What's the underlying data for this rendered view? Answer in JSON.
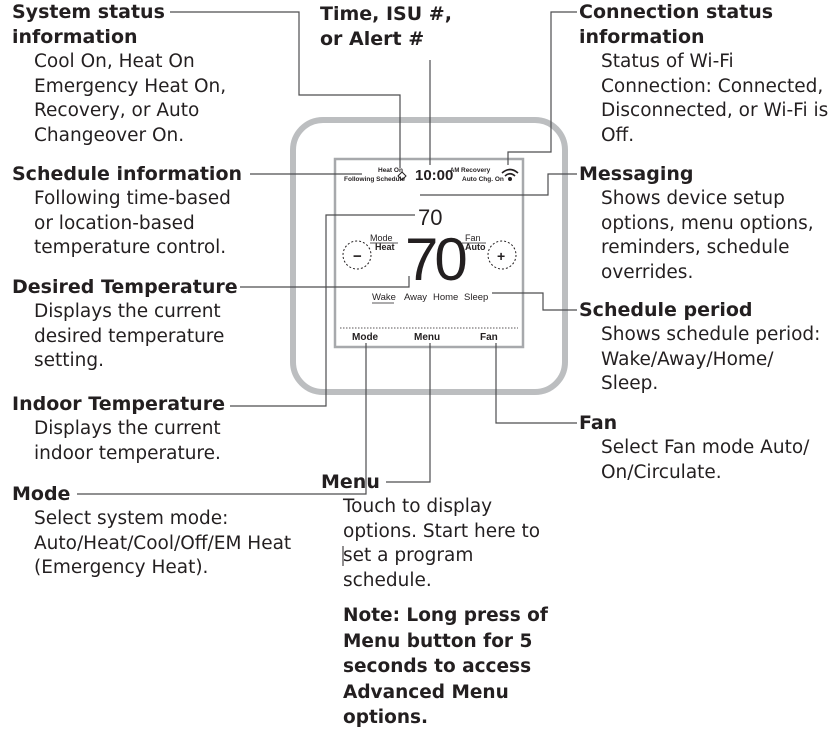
{
  "callouts": {
    "system_status": {
      "title": "System status information",
      "description": "Cool On, Heat On Emergency Heat On, Recovery, or Auto Changeover On."
    },
    "time_isu": {
      "title": "Time, ISU #, or Alert #"
    },
    "connection_status": {
      "title": "Connection status information",
      "description": "Status of Wi-Fi Connection: Connected, Disconnected, or Wi-Fi is Off."
    },
    "schedule_info": {
      "title": "Schedule information",
      "description": "Following time-based or location-based temperature control."
    },
    "messaging": {
      "title": "Messaging",
      "description": "Shows device setup options, menu options, reminders, schedule overrides."
    },
    "desired_temp": {
      "title": "Desired Temperature",
      "description": "Displays the current desired temperature setting."
    },
    "schedule_period": {
      "title": "Schedule period",
      "description": "Shows schedule period: Wake/Away/Home/ Sleep."
    },
    "indoor_temp": {
      "title": "Indoor Temperature",
      "description": "Displays the current indoor temperature."
    },
    "fan": {
      "title": "Fan",
      "description": "Select Fan mode Auto/ On/Circulate."
    },
    "mode": {
      "title": "Mode",
      "description": "Select system mode: Auto/Heat/Cool/Off/EM Heat (Emergency Heat)."
    },
    "menu": {
      "title": "Menu",
      "description": "Touch to display options. Start here to set a program schedule.",
      "note": "Note: Long press of Menu button for 5 seconds to access Advanced Menu options."
    }
  },
  "display": {
    "status_heat_on": "Heat On",
    "status_following_schedule": "Following Schedule",
    "time": "10:00",
    "am": "AM",
    "status_recovery": "Recovery",
    "status_auto_chg": "Auto Chg. On",
    "desired_temp": "70",
    "indoor_temp": "70",
    "mode_label": "Mode",
    "mode_value": "Heat",
    "fan_label": "Fan",
    "fan_value": "Auto",
    "minus": "−",
    "plus": "+",
    "periods": [
      "Wake",
      "Away",
      "Home",
      "Sleep"
    ],
    "button_mode": "Mode",
    "button_menu": "Menu",
    "button_fan": "Fan"
  },
  "colors": {
    "text": "#231f20",
    "device_frame": "#bcbec0",
    "lcd_border": "#a7a9ac",
    "leader_line": "#4d4d4f"
  }
}
